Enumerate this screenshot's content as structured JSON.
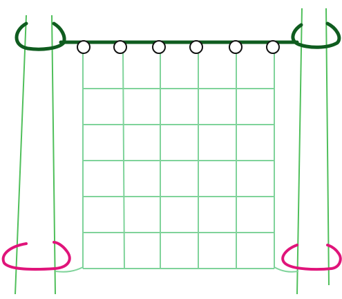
{
  "diagram": {
    "colors": {
      "post": "#4fbf5a",
      "grid": "#7fd39a",
      "rope": "#0f5c1f",
      "ring": "#111111",
      "tie_bottom": "#e0147a",
      "background": "#ffffff"
    },
    "grid": {
      "rows": 6,
      "cols": 5
    },
    "rings": {
      "count": 6
    },
    "icons": [
      "post",
      "rope-loop",
      "hanging-ring",
      "net-grid",
      "bottom-tie"
    ]
  }
}
